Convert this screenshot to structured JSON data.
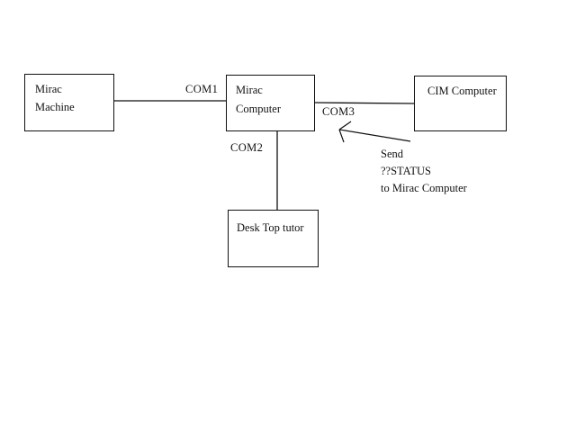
{
  "nodes": {
    "mirac_machine": {
      "lines": [
        "Mirac",
        "Machine"
      ]
    },
    "mirac_computer": {
      "lines": [
        "Mirac",
        "Computer"
      ]
    },
    "cim_computer": {
      "lines": [
        "CIM Computer"
      ]
    },
    "desk_top_tutor": {
      "lines": [
        "Desk Top tutor"
      ]
    }
  },
  "port_labels": {
    "com1": "COM1",
    "com2": "COM2",
    "com3": "COM3"
  },
  "annotation": {
    "lines": [
      "Send",
      "??STATUS",
      "to Mirac Computer"
    ]
  },
  "colors": {
    "background": "#ffffff",
    "stroke": "#111111",
    "text": "#111111"
  }
}
